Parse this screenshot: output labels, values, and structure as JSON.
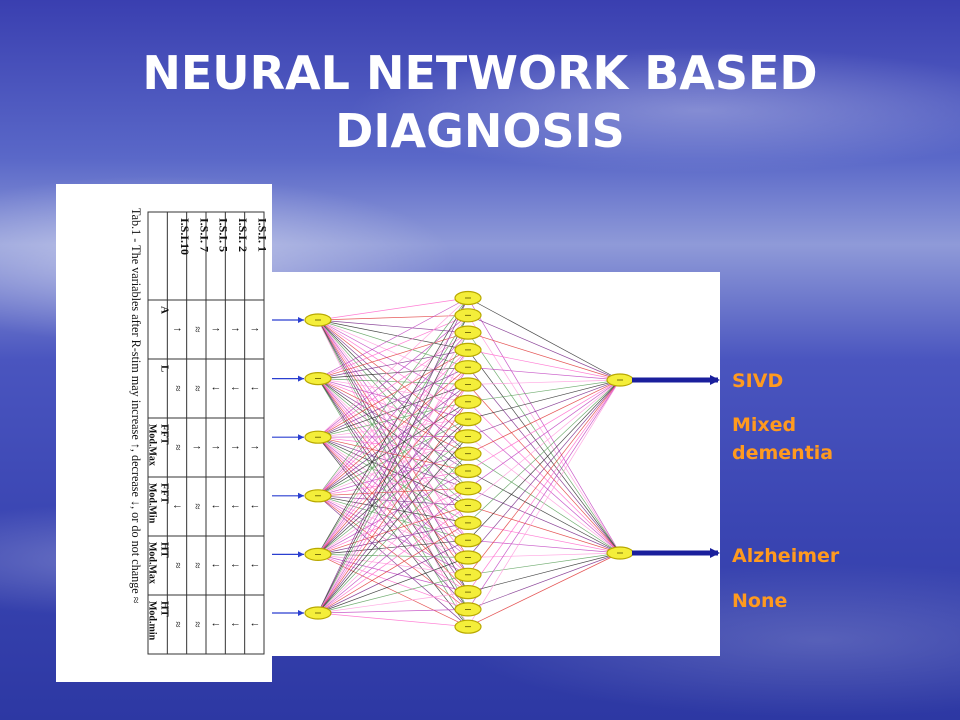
{
  "slide": {
    "title_line1": "NEURAL NETWORK BASED",
    "title_line2": "DIAGNOSIS"
  },
  "table": {
    "caption": "Tab.1 - The variables after R-stim may increase ↑, decrease ↓, or do not change ≈",
    "columns": [
      {
        "line1": "A",
        "line2": ""
      },
      {
        "line1": "L",
        "line2": ""
      },
      {
        "line1": "FFT",
        "line2": "Mod.Max"
      },
      {
        "line1": "FFT",
        "line2": "Mod.Min"
      },
      {
        "line1": "HT",
        "line2": "Mod.Max"
      },
      {
        "line1": "HT",
        "line2": "Mod.min"
      }
    ],
    "rows": [
      {
        "label": "I.S.I. 1",
        "cells": [
          "↑",
          "↓",
          "↑",
          "↓",
          "↓",
          "↓"
        ]
      },
      {
        "label": "I.S.I. 2",
        "cells": [
          "↑",
          "↓",
          "↑",
          "↓",
          "↓",
          "↓"
        ]
      },
      {
        "label": "I.S.I. 5",
        "cells": [
          "↑",
          "↓",
          "↑",
          "↓",
          "↓",
          "↓"
        ]
      },
      {
        "label": "I.S.I. 7",
        "cells": [
          "≈",
          "≈",
          "↑",
          "≈",
          "≈",
          "≈"
        ]
      },
      {
        "label": "I.S.I.10",
        "cells": [
          "↑",
          "≈",
          "≈",
          "↓",
          "≈",
          "≈"
        ]
      }
    ]
  },
  "network": {
    "input_count": 6,
    "hidden_count": 20,
    "output_count": 2,
    "edge_colors": [
      "#ff66cc",
      "#e03a3a",
      "#7a2a8a",
      "#2a2a2a",
      "#5aa05a",
      "#ff99dd",
      "#c040c0"
    ],
    "node_fill": "#f4ee3a",
    "node_stroke": "#b8a800",
    "arrow_color": "#1a1f9c"
  },
  "outputs": {
    "top": [
      "SIVD",
      "Mixed",
      "dementia"
    ],
    "bottom": [
      "Alzheimer",
      "None"
    ]
  }
}
